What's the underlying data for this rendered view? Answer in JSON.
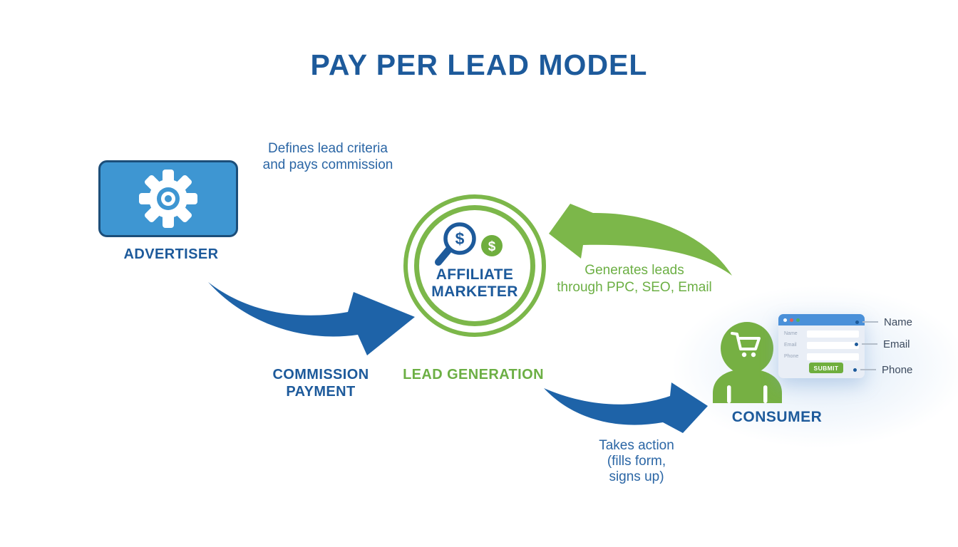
{
  "title": "PAY PER LEAD MODEL",
  "advertiser": {
    "label": "ADVERTISER",
    "note": {
      "line1": "Defines lead criteria",
      "line2": "and pays commission"
    }
  },
  "affiliate": {
    "line1": "AFFILIATE",
    "line2": "MARKETER"
  },
  "icons": {
    "magnifier_dollar": "$",
    "coin_dollar": "$"
  },
  "flows": {
    "commission": {
      "line1": "COMMISSION",
      "line2": "PAYMENT"
    },
    "lead_generation": "LEAD GENERATION",
    "generates": {
      "line1": "Generates leads",
      "line2": "through PPC, SEO, Email"
    },
    "takes_action": {
      "line1": "Takes action",
      "line2": "(fills form,",
      "line3": "signs up)"
    }
  },
  "consumer": {
    "label": "CONSUMER"
  },
  "form": {
    "fields": [
      {
        "label": "Name"
      },
      {
        "label": "Email"
      },
      {
        "label": "Phone"
      }
    ],
    "submit": "SUBMIT",
    "callouts": [
      {
        "label": "Name"
      },
      {
        "label": "Email"
      },
      {
        "label": "Phone"
      }
    ]
  },
  "colors": {
    "arrow_blue": "#1e63a8",
    "dark_blue_text": "#1d5a9b",
    "arrow_green": "#7cb74a",
    "green_text": "#6caf44",
    "advertiser_box_blue": "#3e96d2",
    "advertiser_box_border": "#1c4e79",
    "form_header_blue": "#4a90d9",
    "submit_green": "#6fae3e"
  }
}
